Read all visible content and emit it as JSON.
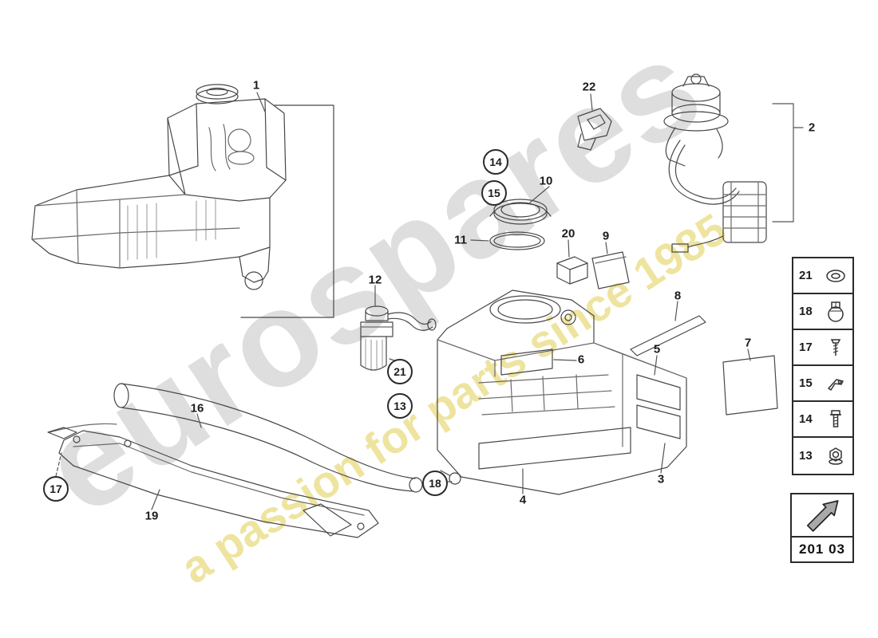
{
  "page": {
    "background": "#ffffff",
    "page_code": "201 03"
  },
  "watermark": {
    "brand": "eurospares",
    "tagline": "a passion for parts since 1985",
    "brand_color": "#a8a8a8",
    "tagline_color": "#e0ce50"
  },
  "callouts": {
    "c1": "1",
    "c2": "2",
    "c3": "3",
    "c4": "4",
    "c5": "5",
    "c6": "6",
    "c7": "7",
    "c8": "8",
    "c9": "9",
    "c10": "10",
    "c11": "11",
    "c12": "12",
    "c13": "13",
    "c14": "14",
    "c15": "15",
    "c16": "16",
    "c17": "17",
    "c18": "18",
    "c19": "19",
    "c20": "20",
    "c21": "21",
    "c22": "22"
  },
  "sidebar": {
    "rows": [
      {
        "number": "21",
        "icon": "washer-icon"
      },
      {
        "number": "18",
        "icon": "hose-clamp-icon"
      },
      {
        "number": "17",
        "icon": "screw-icon"
      },
      {
        "number": "15",
        "icon": "clip-key-icon"
      },
      {
        "number": "14",
        "icon": "bolt-icon"
      },
      {
        "number": "13",
        "icon": "nut-icon"
      }
    ]
  },
  "footer": {
    "nav_arrow_icon": "arrow-up-right-icon",
    "page_code": "201 03"
  }
}
